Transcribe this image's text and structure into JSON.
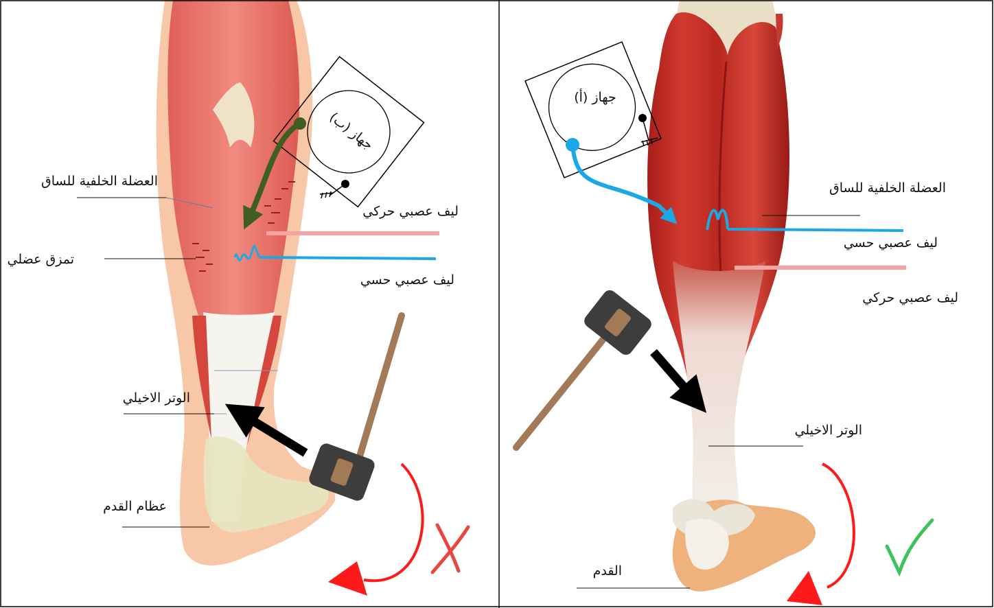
{
  "panel_left": {
    "device_label": "جهاز (ب)",
    "muscle_label": "العضلة الخلفية للساق",
    "tear_label": "تمزق عضلي",
    "motor_fiber_label": "ليف عصبي حركي",
    "sensory_fiber_label": "ليف عصبي حسي",
    "tendon_label": "الوتر الاخيلي",
    "foot_bones_label": "عظام القدم",
    "result_mark": "✗",
    "colors": {
      "mark": "#e8473f",
      "arrow": "#3f5f22",
      "sensory": "#1aa9e6",
      "motor": "#f6a3a3"
    }
  },
  "panel_right": {
    "device_label": "جهاز (أ)",
    "muscle_label": "العضلة الخلفية للساق",
    "sensory_fiber_label": "ليف عصبي حسي",
    "motor_fiber_label": "ليف عصبي حركي",
    "tendon_label": "الوتر الاخيلي",
    "foot_label": "القدم",
    "result_mark": "✓",
    "colors": {
      "mark": "#3ec35a",
      "arrow": "#1aa9e6",
      "sensory": "#1aa9e6",
      "motor": "#f6a3a3"
    }
  },
  "colors": {
    "reflex_arrow": "#ff1a1a",
    "hammer_head": "#3d3d3d",
    "hammer_handle": "#a27a57",
    "border": "#000000"
  }
}
